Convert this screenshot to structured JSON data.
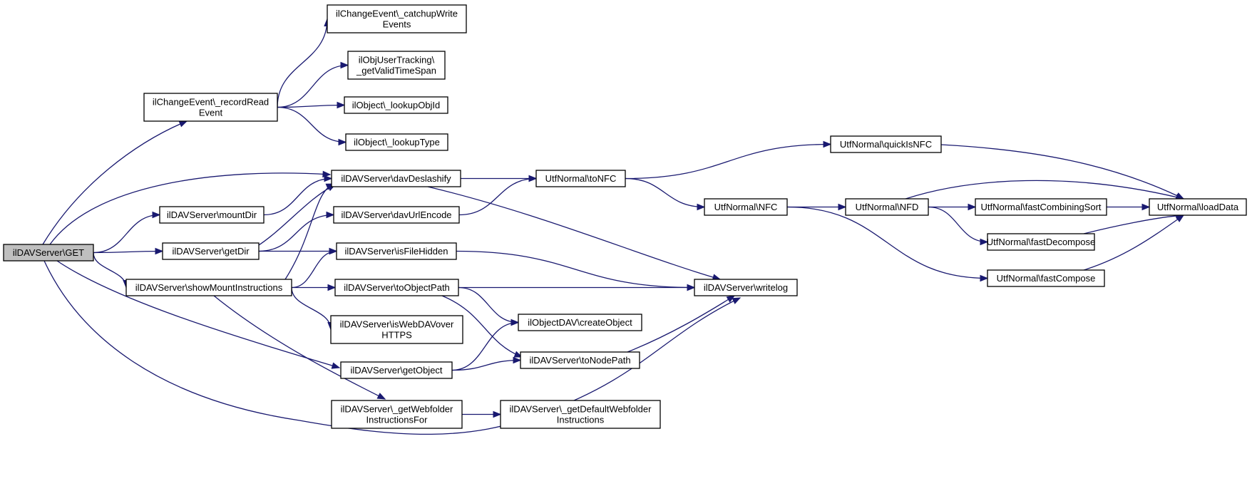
{
  "diagram": {
    "nodes": [
      {
        "id": "get",
        "lines": [
          "ilDAVServer\\GET"
        ],
        "root": true
      },
      {
        "id": "recordRead",
        "lines": [
          "ilChangeEvent\\_recordRead",
          "Event"
        ]
      },
      {
        "id": "catchup",
        "lines": [
          "ilChangeEvent\\_catchupWrite",
          "Events"
        ]
      },
      {
        "id": "validTime",
        "lines": [
          "ilObjUserTracking\\",
          "_getValidTimeSpan"
        ]
      },
      {
        "id": "lookupObjId",
        "lines": [
          "ilObject\\_lookupObjId"
        ]
      },
      {
        "id": "lookupType",
        "lines": [
          "ilObject\\_lookupType"
        ]
      },
      {
        "id": "deslashify",
        "lines": [
          "ilDAVServer\\davDeslashify"
        ]
      },
      {
        "id": "mountDir",
        "lines": [
          "ilDAVServer\\mountDir"
        ]
      },
      {
        "id": "getDir",
        "lines": [
          "ilDAVServer\\getDir"
        ]
      },
      {
        "id": "showMount",
        "lines": [
          "ilDAVServer\\showMountInstructions"
        ]
      },
      {
        "id": "urlEncode",
        "lines": [
          "ilDAVServer\\davUrlEncode"
        ]
      },
      {
        "id": "isHidden",
        "lines": [
          "ilDAVServer\\isFileHidden"
        ]
      },
      {
        "id": "toObjectPath",
        "lines": [
          "ilDAVServer\\toObjectPath"
        ]
      },
      {
        "id": "isWebDAV",
        "lines": [
          "ilDAVServer\\isWebDAVover",
          "HTTPS"
        ]
      },
      {
        "id": "getObject",
        "lines": [
          "ilDAVServer\\getObject"
        ]
      },
      {
        "id": "webfolder",
        "lines": [
          "ilDAVServer\\_getWebfolder",
          "InstructionsFor"
        ]
      },
      {
        "id": "defaultWebfolder",
        "lines": [
          "ilDAVServer\\_getDefaultWebfolder",
          "Instructions"
        ]
      },
      {
        "id": "toNFC",
        "lines": [
          "UtfNormal\\toNFC"
        ]
      },
      {
        "id": "createObject",
        "lines": [
          "ilObjectDAV\\createObject"
        ]
      },
      {
        "id": "toNodePath",
        "lines": [
          "ilDAVServer\\toNodePath"
        ]
      },
      {
        "id": "writelog",
        "lines": [
          "ilDAVServer\\writelog"
        ]
      },
      {
        "id": "nfc",
        "lines": [
          "UtfNormal\\NFC"
        ]
      },
      {
        "id": "quickIsNFC",
        "lines": [
          "UtfNormal\\quickIsNFC"
        ]
      },
      {
        "id": "nfd",
        "lines": [
          "UtfNormal\\NFD"
        ]
      },
      {
        "id": "fastCombining",
        "lines": [
          "UtfNormal\\fastCombiningSort"
        ]
      },
      {
        "id": "fastDecompose",
        "lines": [
          "UtfNormal\\fastDecompose"
        ]
      },
      {
        "id": "fastCompose",
        "lines": [
          "UtfNormal\\fastCompose"
        ]
      },
      {
        "id": "loadData",
        "lines": [
          "UtfNormal\\loadData"
        ]
      }
    ],
    "edges": [
      [
        "get",
        "recordRead"
      ],
      [
        "get",
        "deslashify"
      ],
      [
        "get",
        "mountDir"
      ],
      [
        "get",
        "getDir"
      ],
      [
        "get",
        "showMount"
      ],
      [
        "get",
        "getObject"
      ],
      [
        "get",
        "writelog"
      ],
      [
        "recordRead",
        "catchup"
      ],
      [
        "recordRead",
        "validTime"
      ],
      [
        "recordRead",
        "lookupObjId"
      ],
      [
        "recordRead",
        "lookupType"
      ],
      [
        "mountDir",
        "deslashify"
      ],
      [
        "getDir",
        "deslashify"
      ],
      [
        "getDir",
        "urlEncode"
      ],
      [
        "getDir",
        "isHidden"
      ],
      [
        "showMount",
        "deslashify"
      ],
      [
        "showMount",
        "isHidden"
      ],
      [
        "showMount",
        "toObjectPath"
      ],
      [
        "showMount",
        "isWebDAV"
      ],
      [
        "showMount",
        "webfolder"
      ],
      [
        "deslashify",
        "toNFC"
      ],
      [
        "deslashify",
        "writelog"
      ],
      [
        "urlEncode",
        "toNFC"
      ],
      [
        "isHidden",
        "writelog"
      ],
      [
        "toObjectPath",
        "writelog"
      ],
      [
        "toObjectPath",
        "createObject"
      ],
      [
        "toObjectPath",
        "toNodePath"
      ],
      [
        "getObject",
        "createObject"
      ],
      [
        "getObject",
        "toNodePath"
      ],
      [
        "webfolder",
        "defaultWebfolder"
      ],
      [
        "toNodePath",
        "writelog"
      ],
      [
        "toNFC",
        "quickIsNFC"
      ],
      [
        "toNFC",
        "nfc"
      ],
      [
        "nfc",
        "nfd"
      ],
      [
        "nfc",
        "fastCompose"
      ],
      [
        "quickIsNFC",
        "loadData"
      ],
      [
        "nfd",
        "loadData"
      ],
      [
        "nfd",
        "fastCombining"
      ],
      [
        "nfd",
        "fastDecompose"
      ],
      [
        "fastCombining",
        "loadData"
      ],
      [
        "fastDecompose",
        "loadData"
      ],
      [
        "fastCompose",
        "loadData"
      ]
    ]
  }
}
